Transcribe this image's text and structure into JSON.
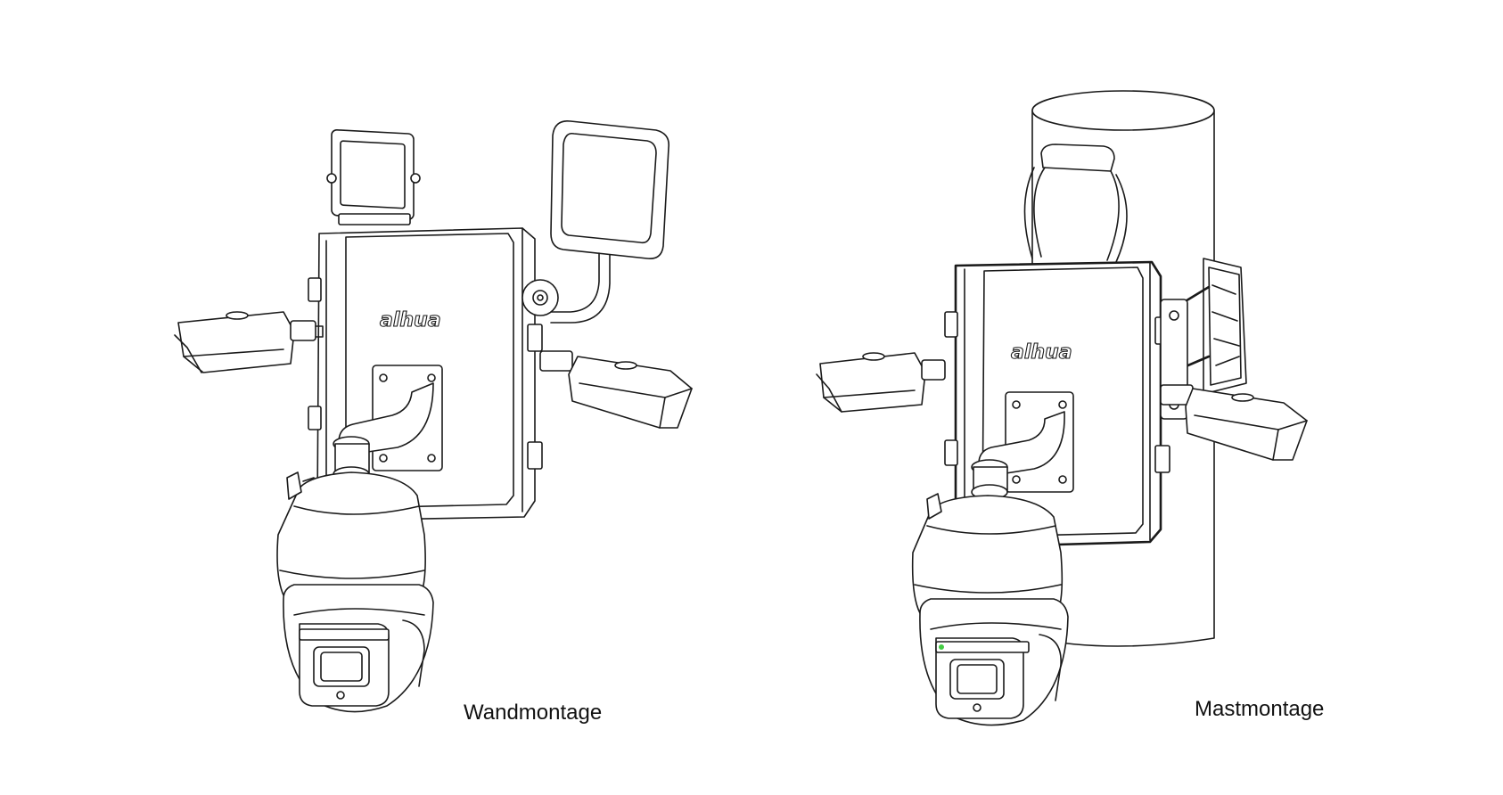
{
  "figures": [
    {
      "id": "wall",
      "caption": "Wandmontage",
      "brand": "alhua"
    },
    {
      "id": "pole",
      "caption": "Mastmontage",
      "brand": "alhua"
    }
  ],
  "colors": {
    "line": "#1a1a1a",
    "background": "#ffffff",
    "indicator": "#44cc44"
  }
}
